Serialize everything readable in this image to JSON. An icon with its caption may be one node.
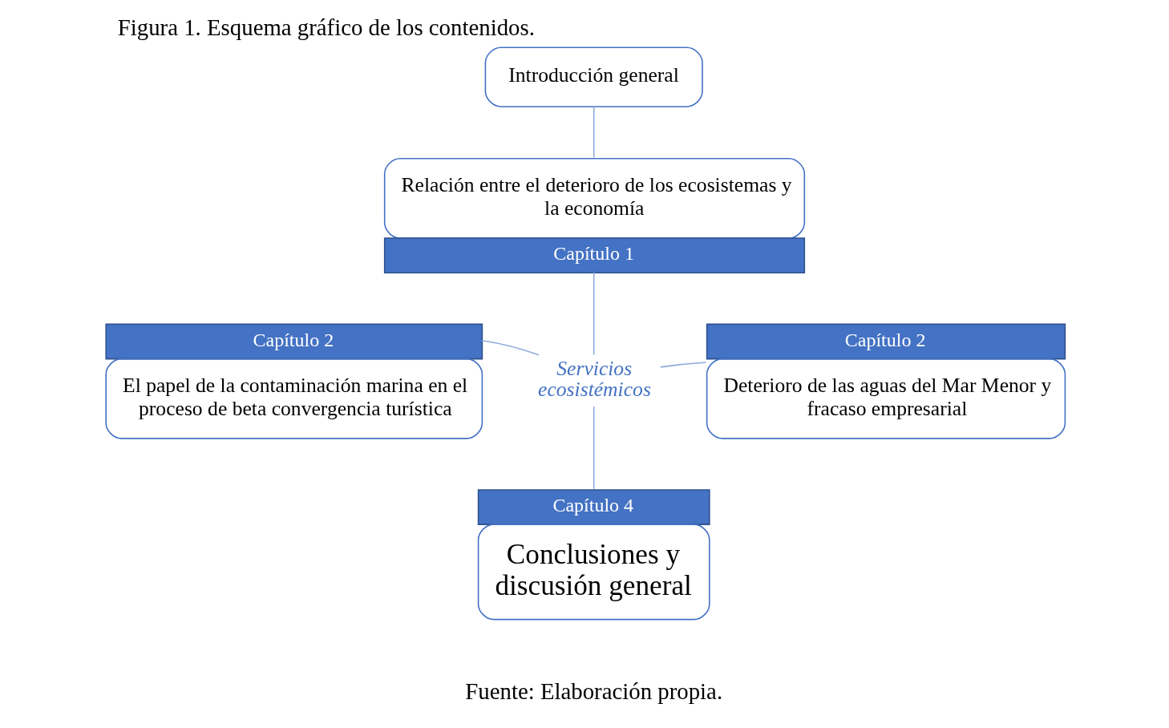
{
  "diagram": {
    "title": "Figura 1. Esquema gráfico de los contenidos.",
    "caption": "Fuente: Elaboración propia.",
    "nodes": [
      {
        "text": [
          "Introducción general"
        ]
      },
      {
        "text": [
          "Relación entre el deterioro de los ecosistemas y la economía",
          "Capítulo 1"
        ]
      },
      {
        "text": [
          "Capítulo 2",
          "El papel de la contaminación marina en el proceso de beta convergencia turística"
        ]
      },
      {
        "text": [
          "Servicios ecosistémicos"
        ]
      },
      {
        "text": [
          "Capítulo 2",
          "Deterioro de las aguas del Mar Menor y fracaso empresarial"
        ]
      },
      {
        "text": [
          "Capítulo 4",
          "Conclusiones y discusión general"
        ]
      }
    ],
    "edges": [
      {
        "from": 0,
        "to": 1,
        "arrow": "none"
      },
      {
        "from": 1,
        "to": 3,
        "arrow": "none"
      },
      {
        "from": 3,
        "to": 2,
        "arrow": "none"
      },
      {
        "from": 3,
        "to": 4,
        "arrow": "none"
      },
      {
        "from": 3,
        "to": 5,
        "arrow": "none"
      }
    ]
  }
}
